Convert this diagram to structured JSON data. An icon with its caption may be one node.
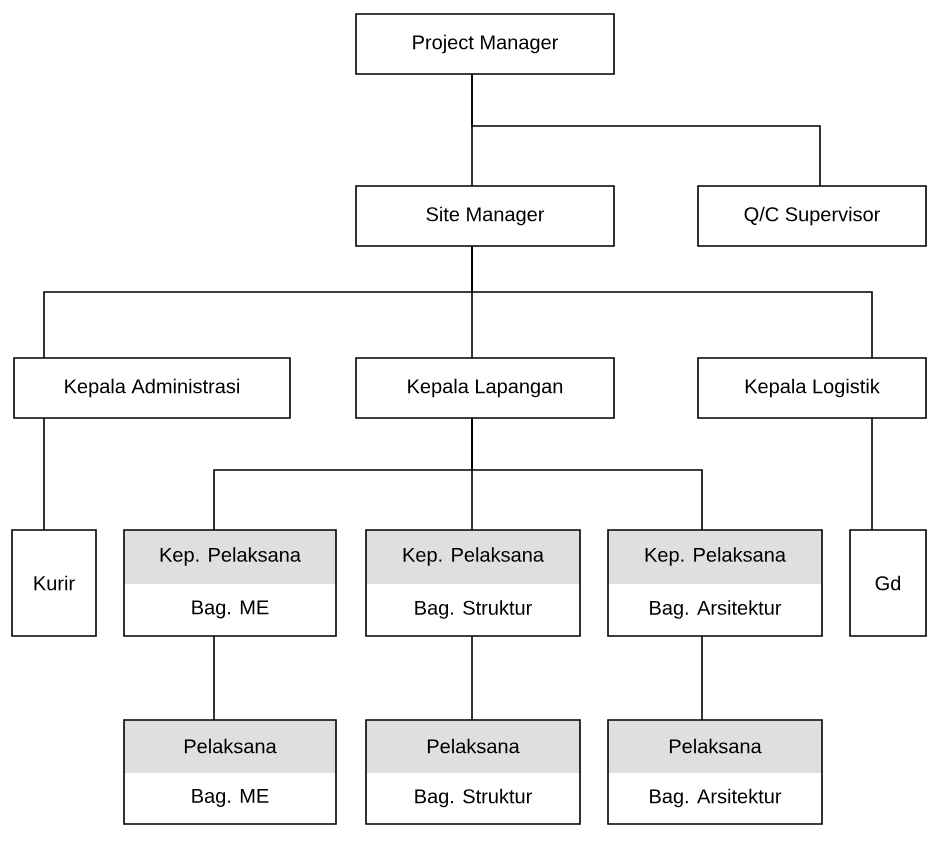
{
  "diagram": {
    "nodes": [
      {
        "text": [
          "Project Manager"
        ]
      },
      {
        "text": [
          "Site Manager"
        ]
      },
      {
        "text": [
          "Q/C Supervisor"
        ]
      },
      {
        "text": [
          "Kepala Administrasi"
        ]
      },
      {
        "text": [
          "Kepala Lapangan"
        ]
      },
      {
        "text": [
          "Kepala Logistik"
        ]
      },
      {
        "text": [
          "Kurir"
        ]
      },
      {
        "text": [
          "Kep. Pelaksana",
          "Bag. ME"
        ]
      },
      {
        "text": [
          "Kep. Pelaksana",
          "Bag. Struktur"
        ]
      },
      {
        "text": [
          "Kep. Pelaksana",
          "Bag. Arsitektur"
        ]
      },
      {
        "text": [
          "Gd"
        ]
      },
      {
        "text": [
          "Pelaksana",
          "Bag. ME"
        ]
      },
      {
        "text": [
          "Pelaksana",
          "Bag. Struktur"
        ]
      },
      {
        "text": [
          "Pelaksana",
          "Bag. Arsitektur"
        ]
      }
    ],
    "edges": [
      {
        "from": 0,
        "to": 1,
        "arrow": "none"
      },
      {
        "from": 0,
        "to": 2,
        "arrow": "none"
      },
      {
        "from": 1,
        "to": 3,
        "arrow": "none"
      },
      {
        "from": 1,
        "to": 4,
        "arrow": "none"
      },
      {
        "from": 1,
        "to": 5,
        "arrow": "none"
      },
      {
        "from": 3,
        "to": 6,
        "arrow": "none"
      },
      {
        "from": 4,
        "to": 7,
        "arrow": "none"
      },
      {
        "from": 4,
        "to": 8,
        "arrow": "none"
      },
      {
        "from": 4,
        "to": 9,
        "arrow": "none"
      },
      {
        "from": 5,
        "to": 10,
        "arrow": "none"
      },
      {
        "from": 7,
        "to": 11,
        "arrow": "none"
      },
      {
        "from": 8,
        "to": 12,
        "arrow": "none"
      },
      {
        "from": 9,
        "to": 13,
        "arrow": "none"
      }
    ]
  }
}
